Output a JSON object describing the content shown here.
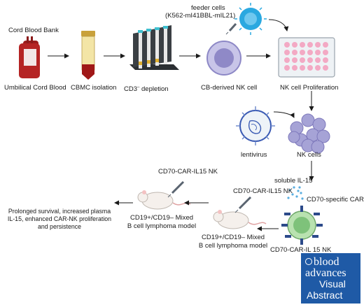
{
  "labels": {
    "cord_blood_bank": "Cord Blood Bank",
    "umbilical_cord_blood": "Umbilical Cord Blood",
    "cbmc_isolation": "CBMC isolation",
    "cd3_depletion_prefix": "CD3",
    "cd3_depletion_sup": "–",
    "cd3_depletion_suffix": " depletion",
    "cb_derived_nk": "CB-derived NK cell",
    "feeder_cells": "feeder cells",
    "feeder_cells_line": "(K562-mI41BBL-mIL21)",
    "nk_proliferation": "NK cell Proliferation",
    "lentivirus": "lentivirus",
    "nk_cells": "NK cells",
    "soluble_il15": "soluble IL-15",
    "cd70_specific_car": "CD70-specific CAR",
    "cd70_car_il15_nk_bottom": "CD70-CAR-IL 15 NK",
    "cd70_car_il15_nk_top1": "CD70-CAR-IL15 NK",
    "cd70_car_il15_nk_top2": "CD70-CAR-IL15 NK",
    "model1_line1": "CD19+/CD19– Mixed",
    "model1_line2": "B cell lymphoma model",
    "model2_line1": "CD19+/CD19– Mixed",
    "model2_line2": "B cell lymphoma model",
    "outcome": "Prolonged survival, increased plasma IL-15, enhanced CAR-NK proliferation and persistence"
  },
  "badge": {
    "line1": "blood",
    "line2": "advances",
    "line3": "Visual",
    "line4": "Abstract"
  },
  "colors": {
    "blood_red": "#8b1a1a",
    "badge_blue": "#1f5aa6",
    "nk_purple": "#9b96cf",
    "car_blue": "#2c4a8a",
    "feeder_blue": "#2aa8e0"
  }
}
